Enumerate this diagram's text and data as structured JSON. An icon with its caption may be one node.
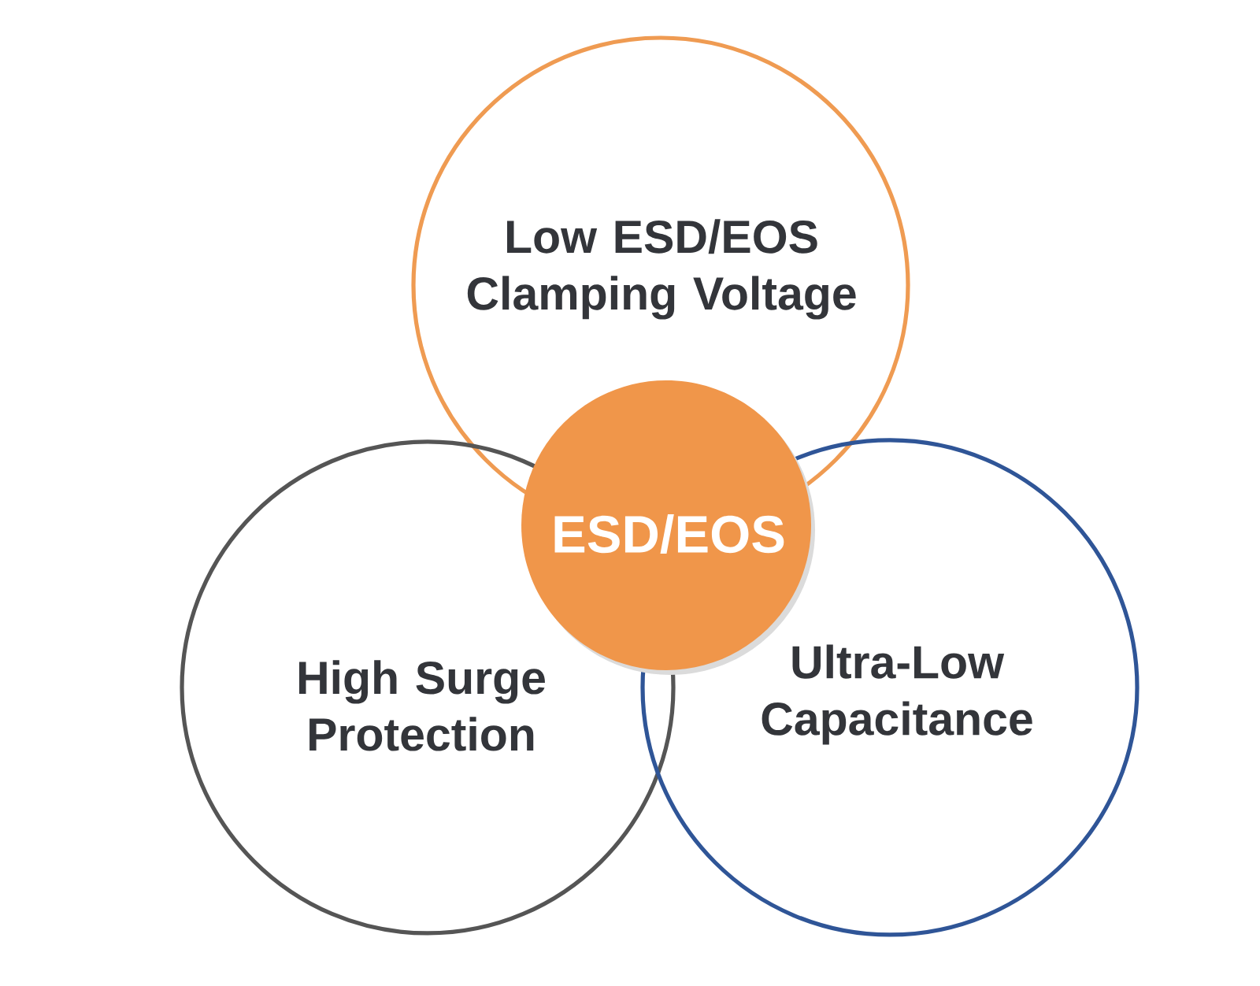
{
  "diagram": {
    "nodes": [
      {
        "text": [
          "Low ESD/EOS Clamping Voltage"
        ]
      },
      {
        "text": [
          "ESD/EOS"
        ]
      },
      {
        "text": [
          "High Surge Protection"
        ]
      },
      {
        "text": [
          "Ultra-Low Capacitance"
        ]
      }
    ]
  }
}
